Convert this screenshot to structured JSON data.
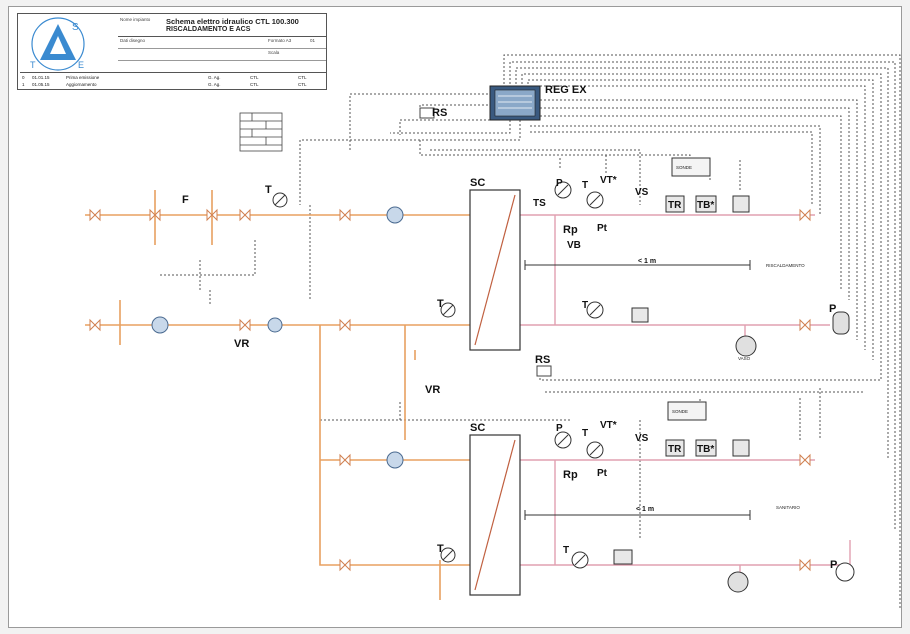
{
  "title_block": {
    "project_label": "Nome impianto",
    "title": "Schema elettro idraulico CTL 100.300",
    "subtitle": "RISCALDAMENTO E ACS",
    "client_label": "Dati disegno",
    "drawing_no_label": "Formato A3",
    "sheet_label": "01",
    "scale_label": "Scala",
    "rev_rows": [
      {
        "rev": "0",
        "date": "01.01.15",
        "desc": "Prima emissione",
        "by": "G. Ag.",
        "chk": "CTL",
        "app": "CTL"
      },
      {
        "rev": "1",
        "date": "01.05.15",
        "desc": "Aggiornamento",
        "by": "G. Ag.",
        "chk": "CTL",
        "app": "CTL"
      }
    ]
  },
  "labels": {
    "reg_ex": "REG EX",
    "rs_top": "RS",
    "rs_mid": "RS",
    "sc_top": "SC",
    "sc_bottom": "SC",
    "f": "F",
    "t1": "T",
    "t2": "T",
    "t3": "T",
    "t4": "T",
    "t5": "T",
    "t6": "T",
    "t7": "T",
    "t8": "T",
    "ts": "TS",
    "rp_top": "Rp",
    "rp_bottom": "Rp",
    "pt_top": "Pt",
    "pt_bottom": "Pt",
    "p_top": "P",
    "p_mid": "P",
    "p_right_top": "P",
    "p_right_bottom": "P",
    "vt_top": "VT*",
    "vt_bottom": "VT*",
    "vs_top": "VS",
    "vs_bottom": "VS",
    "tr_top": "TR",
    "tr_bottom": "TR",
    "tb_top": "TB*",
    "tb_bottom": "TB*",
    "vb": "VB",
    "vr_left": "VR",
    "vr_mid": "VR",
    "lt1m_top": "< 1 m",
    "lt1m_bottom": "< 1 m",
    "riscaldamento": "RISCALDAMENTO",
    "sanitario": "SANITARIO",
    "vaso": "VASO",
    "sonde": "SONDE"
  },
  "colors": {
    "hot_pipe": "#e8a060",
    "return_pipe": "#e0a0b0",
    "signal": "#555555",
    "device": "#3a5a80",
    "logo": "#3a8ad0"
  }
}
